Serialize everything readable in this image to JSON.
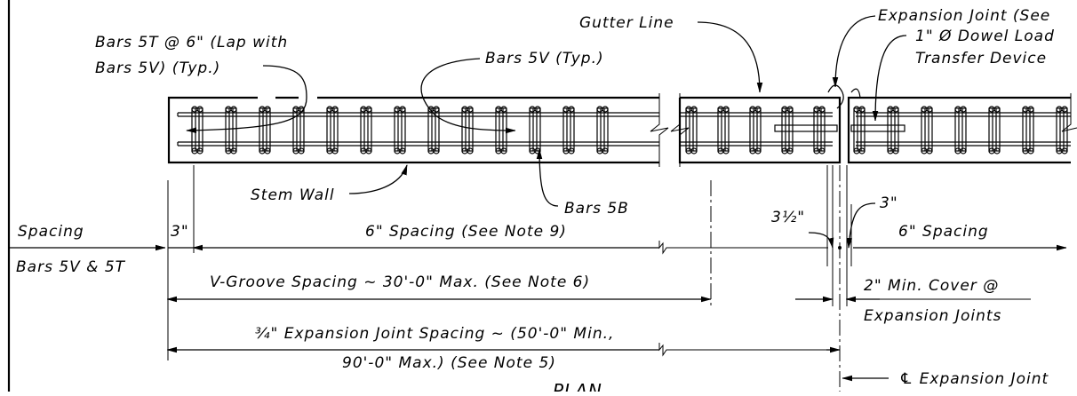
{
  "labels": {
    "bars_5t": "Bars 5T @ 6\" (Lap with",
    "bars_5t_line2": "Bars 5V)  (Typ.)",
    "bars_5v": "Bars 5V (Typ.)",
    "gutter_line": "Gutter Line",
    "expansion_joint": "Expansion Joint (See",
    "dowel_line1": "1\" Ø Dowel Load",
    "dowel_line2": "Transfer Device",
    "stem_wall": "Stem Wall",
    "bars_5b": "Bars 5B",
    "dim_3_right": "3\"",
    "dim_3_half": "3½\"",
    "spacing": "Spacing",
    "dim_3_left": "3\"",
    "spacing_6_note9": "6\" Spacing (See Note 9)",
    "spacing_6": "6\" Spacing",
    "bars_5v_5t": "Bars 5V & 5T",
    "vgroove": "V-Groove Spacing ~ 30'-0\" Max.  (See Note 6)",
    "min_cover_line1": "2\" Min. Cover @",
    "min_cover_line2": "Expansion Joints",
    "exp_joint_spacing_line1": "¾\" Expansion Joint Spacing ~ (50'-0\" Min.,",
    "exp_joint_spacing_line2": "90'-0\" Max.)  (See Note 5)",
    "cl_expansion_joint": "℄ Expansion Joint",
    "plan_title": "PLAN"
  }
}
